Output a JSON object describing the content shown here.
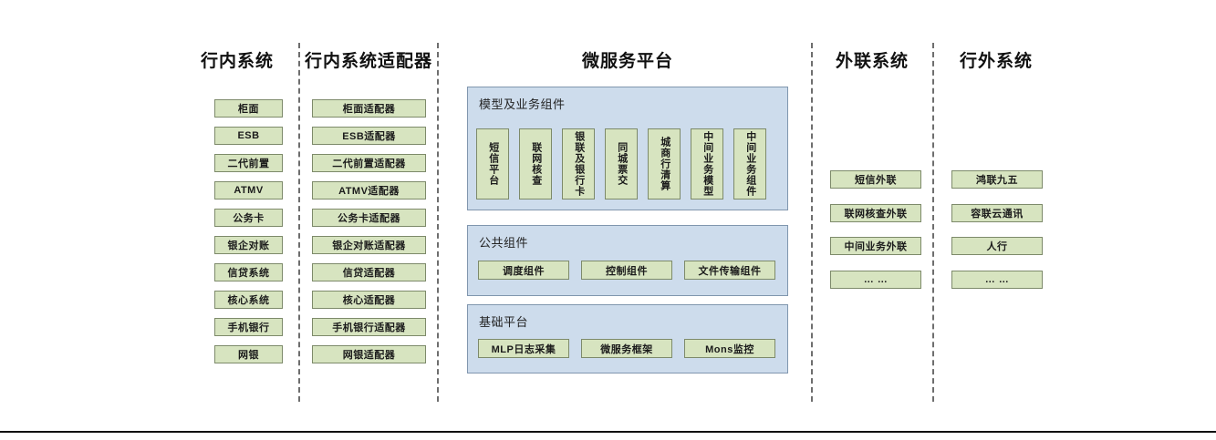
{
  "diagram": {
    "columns": [
      {
        "id": "in-bank-systems",
        "title": "行内系统",
        "items": [
          "柜面",
          "ESB",
          "二代前置",
          "ATMV",
          "公务卡",
          "银企对账",
          "信贷系统",
          "核心系统",
          "手机银行",
          "网银"
        ]
      },
      {
        "id": "in-bank-adapters",
        "title": "行内系统适配器",
        "items": [
          "柜面适配器",
          "ESB适配器",
          "二代前置适配器",
          "ATMV适配器",
          "公务卡适配器",
          "银企对账适配器",
          "信贷适配器",
          "核心适配器",
          "手机银行适配器",
          "网银适配器"
        ]
      },
      {
        "id": "microservice-platform",
        "title": "微服务平台"
      },
      {
        "id": "external-link-systems",
        "title": "外联系统",
        "items": [
          "短信外联",
          "联网核查外联",
          "中间业务外联",
          "… …"
        ]
      },
      {
        "id": "off-bank-systems",
        "title": "行外系统",
        "items": [
          "鸿联九五",
          "容联云通讯",
          "人行",
          "… …"
        ]
      }
    ],
    "platform": {
      "groups": [
        {
          "id": "model-and-business-components",
          "title": "模型及业务组件",
          "orientation": "vertical",
          "items": [
            "短信平台",
            "联网核查",
            "银联及银行卡",
            "同城票交",
            "城商行清算",
            "中间业务模型",
            "中间业务组件"
          ]
        },
        {
          "id": "public-components",
          "title": "公共组件",
          "orientation": "horizontal",
          "items": [
            "调度组件",
            "控制组件",
            "文件传输组件"
          ]
        },
        {
          "id": "base-platform",
          "title": "基础平台",
          "orientation": "horizontal",
          "items": [
            "MLP日志采集",
            "微服务框架",
            "Mons监控"
          ]
        }
      ]
    },
    "colors": {
      "leaf_fill": "#d7e4c0",
      "leaf_border": "#7d8a6a",
      "panel_fill": "#cddcec",
      "panel_border": "#8096ae",
      "divider": "#6e6e6e",
      "text": "#1a1a1a"
    }
  }
}
